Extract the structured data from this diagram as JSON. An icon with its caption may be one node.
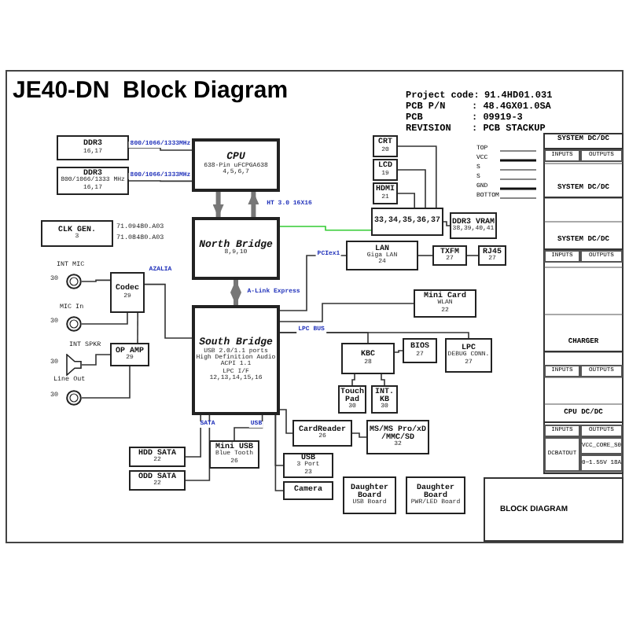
{
  "diagram": {
    "title": "JE40-DN  Block Diagram",
    "nodes": [
      {
        "text": [
          "DDR3",
          "16,17"
        ]
      },
      {
        "text": [
          "DDR3",
          "800/1066/1333 MHz",
          "16,17"
        ]
      },
      {
        "text": [
          "CPU",
          "638-Pin uFCPGA638",
          "4,5,6,7"
        ]
      },
      {
        "text": [
          "North Bridge",
          "8,9,10"
        ]
      },
      {
        "text": [
          "CRT",
          "20"
        ]
      },
      {
        "text": [
          "LCD",
          "19"
        ]
      },
      {
        "text": [
          "HDMI",
          "21"
        ]
      },
      {
        "text": [
          "33,34,35,36,37"
        ]
      },
      {
        "text": [
          "DDR3 VRAM",
          "38,39,40,41"
        ]
      },
      {
        "text": [
          "LAN",
          "Giga LAN",
          "24"
        ]
      },
      {
        "text": [
          "TXFM",
          "27"
        ]
      },
      {
        "text": [
          "RJ45",
          "27"
        ]
      },
      {
        "text": [
          "Mini Card",
          "WLAN",
          "22"
        ]
      },
      {
        "text": [
          "CLK GEN.",
          "3"
        ],
        "beside": [
          "71.09480.A03",
          "71.08480.A03"
        ]
      },
      {
        "text": [
          "Codec",
          "29"
        ]
      },
      {
        "text": [],
        "shape": "circle",
        "beside": [
          "INT MIC",
          "30"
        ]
      },
      {
        "text": [],
        "shape": "circle",
        "beside": [
          "MIC In",
          "30"
        ]
      },
      {
        "text": [],
        "shape": "speaker",
        "beside": [
          "INT SPKR",
          "30",
          "Line Out"
        ]
      },
      {
        "text": [],
        "shape": "circle",
        "beside": [
          "30"
        ]
      },
      {
        "text": [
          "OP AMP",
          "29"
        ]
      },
      {
        "text": [
          "South Bridge",
          "USB 2.0/1.1 ports",
          "High Definition Audio",
          "ACPI 1.1",
          "LPC I/F",
          "12,13,14,15,16"
        ]
      },
      {
        "text": [
          "HDD SATA",
          "22"
        ]
      },
      {
        "text": [
          "ODD SATA",
          "22"
        ]
      },
      {
        "text": [
          "Mini USB",
          "Blue Tooth",
          "26"
        ]
      },
      {
        "text": [
          "CardReader",
          "26"
        ]
      },
      {
        "text": [
          "USB",
          "3 Port",
          "23"
        ]
      },
      {
        "text": [
          "Camera"
        ]
      },
      {
        "text": [
          "KBC",
          "28"
        ]
      },
      {
        "text": [
          "BIOS",
          "27"
        ]
      },
      {
        "text": [
          "LPC",
          "DEBUG CONN.",
          "27"
        ]
      },
      {
        "text": [
          "Touch Pad",
          "30"
        ]
      },
      {
        "text": [
          "INT. KB",
          "30"
        ]
      },
      {
        "text": [
          "MS/MS Pro/xD /MMC/SD",
          "32"
        ]
      },
      {
        "text": [
          "Daughter Board",
          "USB Board"
        ]
      },
      {
        "text": [
          "Daughter Board",
          "PWR/LED Board"
        ]
      }
    ],
    "edges": [
      {
        "from": 0,
        "to": 2,
        "arrow": "none",
        "label": "800/1066/1333MHz"
      },
      {
        "from": 1,
        "to": 2,
        "arrow": "none",
        "label": "800/1066/1333MHz"
      },
      {
        "from": 2,
        "to": 3,
        "arrow": "to",
        "style": "thick"
      },
      {
        "from": 3,
        "to": 2,
        "arrow": "to",
        "style": "thick",
        "label": "HT 3.0 16X16"
      },
      {
        "from": 3,
        "to": 20,
        "arrow": "both",
        "style": "thick",
        "label": "A-Link Express"
      },
      {
        "from": 3,
        "to": 7,
        "arrow": "none",
        "color": "#33cc33"
      },
      {
        "from": 7,
        "to": 4,
        "arrow": "none"
      },
      {
        "from": 7,
        "to": 5,
        "arrow": "none"
      },
      {
        "from": 7,
        "to": 6,
        "arrow": "none"
      },
      {
        "from": 7,
        "to": 8,
        "arrow": "none"
      },
      {
        "from": 20,
        "to": 9,
        "arrow": "none",
        "label": "PCIex1"
      },
      {
        "from": 20,
        "to": 12,
        "arrow": "none"
      },
      {
        "from": 9,
        "to": 10,
        "arrow": "none"
      },
      {
        "from": 10,
        "to": 11,
        "arrow": "none"
      },
      {
        "from": 14,
        "to": 20,
        "arrow": "none",
        "label": "AZALIA"
      },
      {
        "from": 15,
        "to": 14,
        "arrow": "none"
      },
      {
        "from": 16,
        "to": 14,
        "arrow": "none"
      },
      {
        "from": 14,
        "to": 19,
        "arrow": "none"
      },
      {
        "from": 19,
        "to": 17,
        "arrow": "none"
      },
      {
        "from": 19,
        "to": 18,
        "arrow": "none"
      },
      {
        "from": 20,
        "to": 27,
        "arrow": "none",
        "label": "LPC BUS"
      },
      {
        "from": 27,
        "to": 28,
        "arrow": "none"
      },
      {
        "from": 20,
        "to": 29,
        "arrow": "none"
      },
      {
        "from": 27,
        "to": 30,
        "arrow": "none"
      },
      {
        "from": 27,
        "to": 31,
        "arrow": "none"
      },
      {
        "from": 20,
        "to": 21,
        "arrow": "none",
        "label": "SATA"
      },
      {
        "from": 20,
        "to": 22,
        "arrow": "none"
      },
      {
        "from": 20,
        "to": 23,
        "arrow": "none",
        "label": "USB"
      },
      {
        "from": 20,
        "to": 25,
        "arrow": "none"
      },
      {
        "from": 20,
        "to": 26,
        "arrow": "none"
      },
      {
        "from": 20,
        "to": 24,
        "arrow": "none"
      },
      {
        "from": 24,
        "to": 32,
        "arrow": "none"
      }
    ],
    "labels": [
      "Project code:",
      "91.4HD01.031",
      "PCB P/N",
      ": 48.4GX01.0SA",
      "PCB",
      ": 09919-3",
      "REVISION",
      ": PCB STACKUP",
      "TOP",
      "VCC",
      "S",
      "S",
      "GND",
      "BOTTOM",
      "SYSTEM DC/DC",
      "INPUTS",
      "OUTPUTS",
      "SYSTEM DC/DC",
      "SYSTEM DC/DC",
      "INPUTS",
      "OUTPUTS",
      "CHARGER",
      "INPUTS",
      "OUTPUTS",
      "CPU DC/DC",
      "INPUTS",
      "OUTPUTS",
      "DCBATOUT",
      "VCC_CORE_S0",
      "0~1.55V 18A",
      "BLOCK DIAGRAM"
    ]
  }
}
